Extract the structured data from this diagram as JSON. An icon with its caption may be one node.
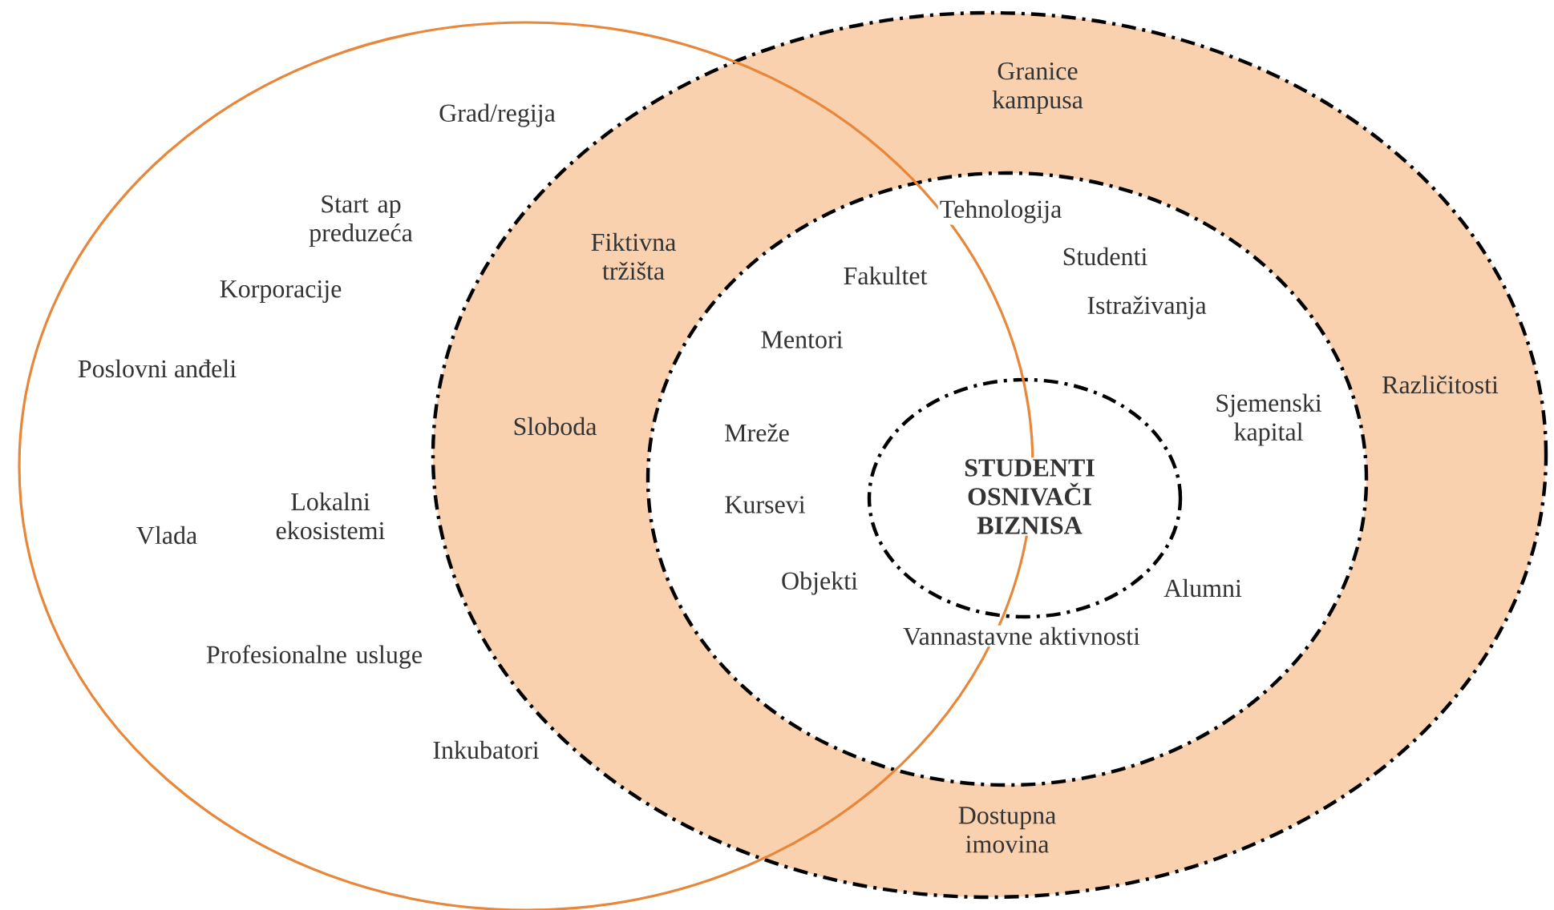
{
  "diagram": {
    "nodes": [
      {
        "text": [
          "Grad/regija",
          "Start ap preduzeća",
          "Fiktivna tržišta",
          "Korporacije",
          "Poslovni anđeli",
          "Sloboda",
          "Vlada",
          "Lokalni ekosistemi",
          "Profesionalne usluge",
          "Inkubatori"
        ]
      },
      {
        "text": [
          "Granice kampusa",
          "Različitosti",
          "Dostupna imovina"
        ]
      },
      {
        "text": [
          "Tehnologija",
          "Fakultet",
          "Studenti",
          "Istraživanja",
          "Mentori",
          "Mreže",
          "Sjemenski kapital",
          "Kursevi",
          "Objekti",
          "Alumni",
          "Vannastavne aktivnosti"
        ],
        "in": 1
      },
      {
        "text": [
          "STUDENTI OSNIVAČI BIZNISA"
        ],
        "in": 2
      }
    ]
  }
}
